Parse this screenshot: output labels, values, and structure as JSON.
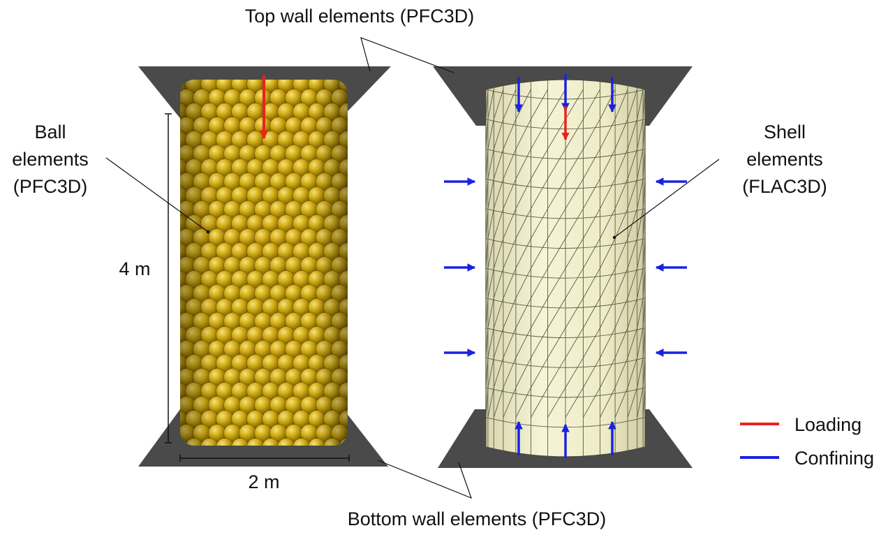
{
  "labels": {
    "top_wall": "Top wall elements (PFC3D)",
    "bottom_wall": "Bottom wall elements (PFC3D)",
    "ball": [
      "Ball",
      "elements",
      "(PFC3D)"
    ],
    "shell": [
      "Shell",
      "elements",
      "(FLAC3D)"
    ],
    "height": "4 m",
    "width": "2 m"
  },
  "legend": {
    "items": [
      {
        "label": "Loading",
        "color": "#e8241c"
      },
      {
        "label": "Confining",
        "color": "#1a22e0"
      }
    ]
  },
  "colors": {
    "wall": "#4a4a4a",
    "ball_fill": "#c9a410",
    "ball_highlight": "#f4dc52",
    "ball_shadow": "#7a5e00",
    "shell_fill": "#f1efcb",
    "mesh_line": "#555545",
    "loading_arrow": "#e8241c",
    "confining_arrow": "#1a22e0"
  }
}
